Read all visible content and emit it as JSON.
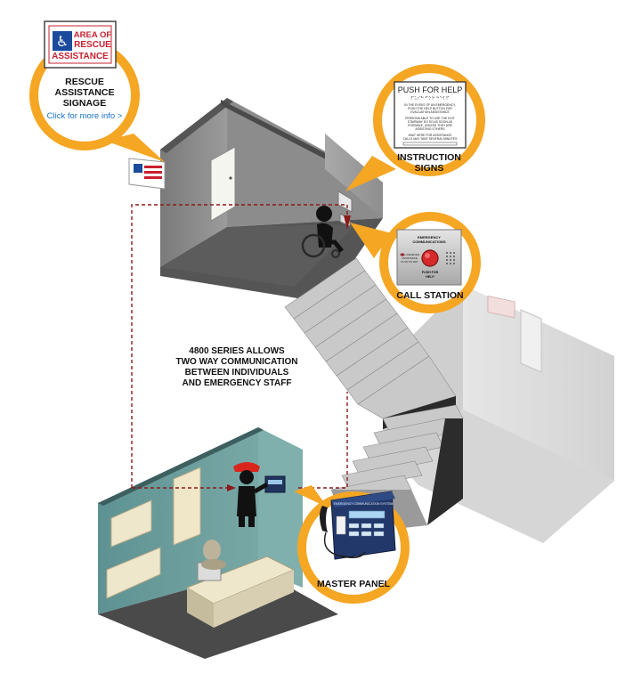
{
  "callouts": {
    "rescue_signage": {
      "sign_line1": "AREA OF",
      "sign_line2": "RESCUE",
      "sign_line3": "ASSISTANCE",
      "label_line1": "RESCUE",
      "label_line2": "ASSISTANCE",
      "label_line3": "SIGNAGE",
      "link_text": "Click for more info >"
    },
    "instruction_signs": {
      "card_title": "PUSH FOR HELP",
      "card_braille": "⠏⠥⠎⠓ ⠋⠕⠗ ⠓⠑⠇⠏",
      "card_para1_l1": "IN THE EVENT OF AN EMERGENCY,",
      "card_para1_l2": "PUSH THE HELP BUTTON FOR",
      "card_para1_l3": "EVACUATION ASSISTANCE",
      "card_para2_l1": "PERSONS ABLE TO USE THE EXIT",
      "card_para2_l2": "STAIRWAY DO SO AS SOON AS",
      "card_para2_l3": "POSSIBLE, UNLESS THEY ARE",
      "card_para2_l4": "ASSISTING OTHERS",
      "card_para3_l1": "WAIT HERE FOR ASSISTANCE",
      "card_para3_l2": "CALLS MAY TAKE SEVERAL MINUTES",
      "label_line1": "INSTRUCTION",
      "label_line2": "SIGNS"
    },
    "call_station": {
      "panel_title_l1": "EMERGENCY",
      "panel_title_l2": "COMMUNICATIONS",
      "panel_side_l1": "CALL RECEIVED",
      "panel_side_l2": "ASSISTANCE",
      "panel_side_l3": "IS ON ITS WAY",
      "button_caption_l1": "PUSH FOR",
      "button_caption_l2": "HELP",
      "label": "CALL STATION"
    },
    "master_panel": {
      "panel_header": "EMERGENCY COMMUNICATION SYSTEM",
      "label": "MASTER PANEL"
    }
  },
  "description": {
    "line1": "4800 SERIES ALLOWS",
    "line2": "TWO WAY COMMUNICATION",
    "line3": "BETWEEN INDIVIDUALS",
    "line4": "AND EMERGENCY STAFF"
  },
  "colors": {
    "accent_orange": "#f5a623",
    "sign_red": "#c8202f",
    "sign_blue": "#1c4a9c",
    "link_blue": "#1a73c8",
    "connector_red": "#8b1a1a",
    "office_teal": "#6a9c9c"
  }
}
